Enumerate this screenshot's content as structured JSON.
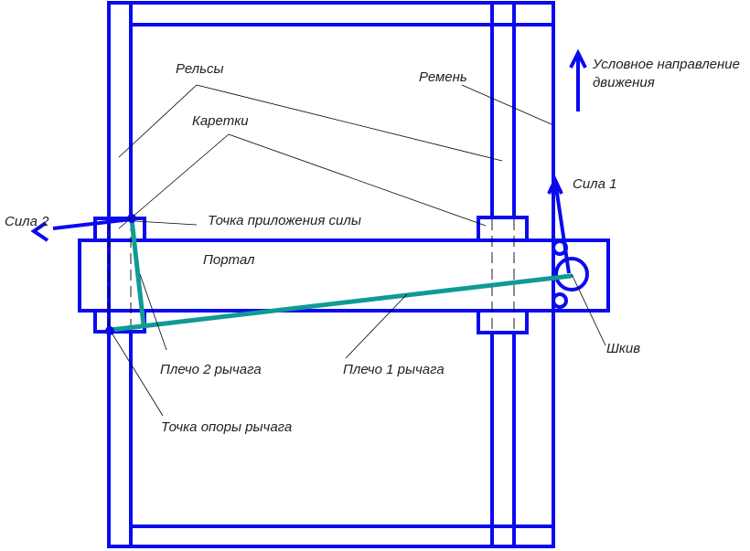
{
  "labels": {
    "rails": "Рельсы",
    "carriages": "Каретки",
    "belt": "Ремень",
    "direction_line1": "Условное направление",
    "direction_line2": "движения",
    "force1": "Сила 1",
    "force2": "Сила 2",
    "force_point": "Точка приложения силы",
    "portal": "Портал",
    "pulley": "Шкив",
    "lever_arm2": "Плечо 2 рычага",
    "lever_arm1": "Плечо 1 рычага",
    "fulcrum": "Точка опоры рычага"
  },
  "colors": {
    "structure": "#0a0af0",
    "lever": "#109a96",
    "leader": "#000000"
  }
}
